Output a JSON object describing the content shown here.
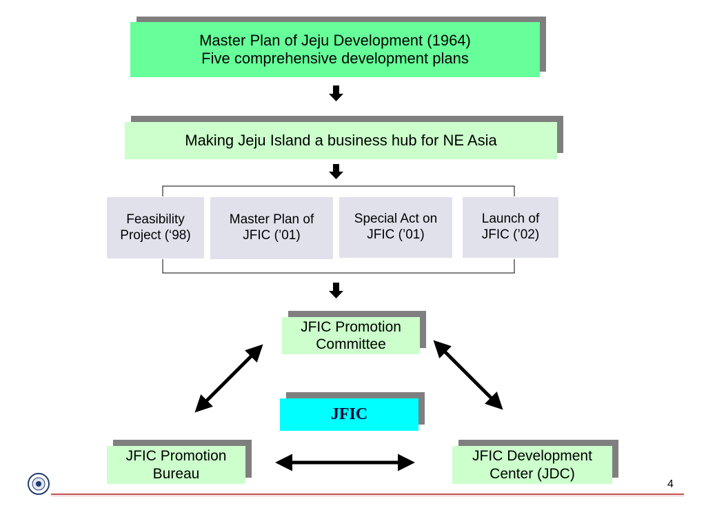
{
  "top_plan": {
    "line1": "Master Plan of Jeju Development (1964)",
    "line2": "Five comprehensive development plans"
  },
  "hub": {
    "label": "Making Jeju Island a business hub for NE Asia"
  },
  "milestones": [
    {
      "line1": "Feasibility",
      "line2": "Project (‘98)"
    },
    {
      "line1": "Master Plan of",
      "line2": "JFIC (’01)"
    },
    {
      "line1": "Special Act on",
      "line2": "JFIC (’01)"
    },
    {
      "line1": "Launch of",
      "line2": "JFIC (’02)"
    }
  ],
  "committee": {
    "line1": "JFIC Promotion",
    "line2": "Committee"
  },
  "center": {
    "label": "JFIC"
  },
  "bureau": {
    "line1": "JFIC Promotion",
    "line2": "Bureau"
  },
  "jdc": {
    "line1": "JFIC Development",
    "line2": "Center (JDC)"
  },
  "page_number": "4",
  "colors": {
    "bright_green": "#66ff99",
    "pale_green": "#ccffcc",
    "lavender": "#e1e1ec",
    "cyan": "#00ffff",
    "shadow": "#7f7f7f",
    "footer_line": "#c0504d"
  },
  "icons": [
    "university-seal-icon",
    "down-arrow-icon",
    "double-arrow-icon"
  ]
}
